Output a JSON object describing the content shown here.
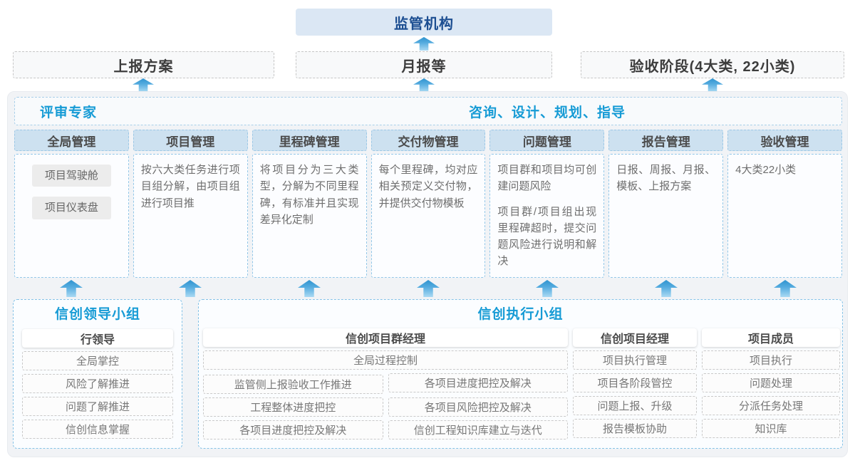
{
  "colors": {
    "accent_blue": "#169bd5",
    "regulator_bg": "#dbe7f4",
    "regulator_text": "#1c4e91",
    "column_header_bg": "#cde1f0",
    "dashed_blue_border": "#93c7e8",
    "arrow_blue": "#4aa5dc",
    "container_bg": "#f1f3f6"
  },
  "top": {
    "regulator": "监管机构",
    "outputs": [
      {
        "label": "上报方案"
      },
      {
        "label": "月报等"
      },
      {
        "label": "验收阶段(4大类, 22小类)"
      }
    ]
  },
  "middle": {
    "left_title": "评审专家",
    "right_title": "咨询、设计、规划、指导",
    "columns": [
      {
        "header": "全局管理",
        "chips": [
          "项目驾驶舱",
          "项目仪表盘"
        ],
        "paragraphs": []
      },
      {
        "header": "项目管理",
        "paragraphs": [
          "按六大类任务进行项目组分解，由项目组进行项目推"
        ]
      },
      {
        "header": "里程碑管理",
        "paragraphs": [
          "将项目分为三大类型，分解为不同里程碑，有标准并且实现差异化定制"
        ]
      },
      {
        "header": "交付物管理",
        "paragraphs": [
          "每个里程碑，均对应相关预定义交付物，并提供交付物模板"
        ]
      },
      {
        "header": "问题管理",
        "paragraphs": [
          "项目群和项目均可创建问题风险",
          "项目群/项目组出现里程碑超时，提交问题风险进行说明和解决"
        ]
      },
      {
        "header": "报告管理",
        "paragraphs": [
          "日报、周报、月报、模板、上报方案"
        ]
      },
      {
        "header": "验收管理",
        "paragraphs": [
          "4大类22小类"
        ]
      }
    ]
  },
  "bottom": {
    "leader_group": {
      "title": "信创领导小组",
      "role": "行领导",
      "items": [
        "全局掌控",
        "风险了解推进",
        "问题了解推进",
        "信创信息掌握"
      ]
    },
    "exec_group": {
      "title": "信创执行小组",
      "program_manager": {
        "role": "信创项目群经理",
        "full_item": "全局过程控制",
        "left_items": [
          "监管侧上报验收工作推进",
          "工程整体进度把控",
          "各项目进度把控及解决"
        ],
        "right_items": [
          "各项目进度把控及解决",
          "各项目风险把控及解决",
          "信创工程知识库建立与迭代"
        ]
      },
      "project_manager": {
        "role": "信创项目经理",
        "items": [
          "项目执行管理",
          "项目各阶段管控",
          "问题上报、升级",
          "报告模板协助"
        ]
      },
      "member": {
        "role": "项目成员",
        "items": [
          "项目执行",
          "问题处理",
          "分派任务处理",
          "知识库"
        ]
      }
    }
  }
}
